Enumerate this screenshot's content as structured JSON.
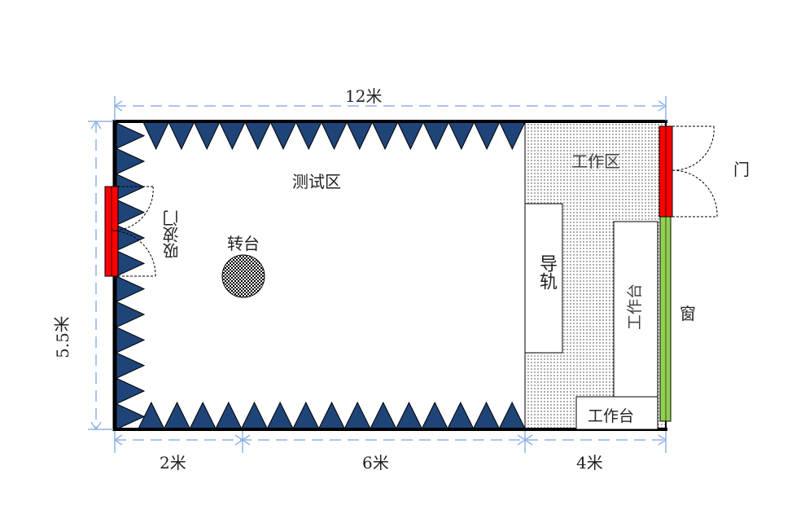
{
  "labels": {
    "width_total": "12米",
    "height_total": "5.5米",
    "seg1": "2米",
    "seg2": "6米",
    "seg3": "4米",
    "test_area": "测试区",
    "work_area": "工作区",
    "turntable": "转台",
    "absorber_door": "吸波门",
    "rail": "导轨",
    "bench_vertical": "工作台",
    "bench_bottom": "工作台",
    "window": "窗",
    "door": "门"
  },
  "colors": {
    "absorber": "#1f4478",
    "door": "#ff0000",
    "window": "#92d050",
    "dimension": "#8fb2e6"
  }
}
